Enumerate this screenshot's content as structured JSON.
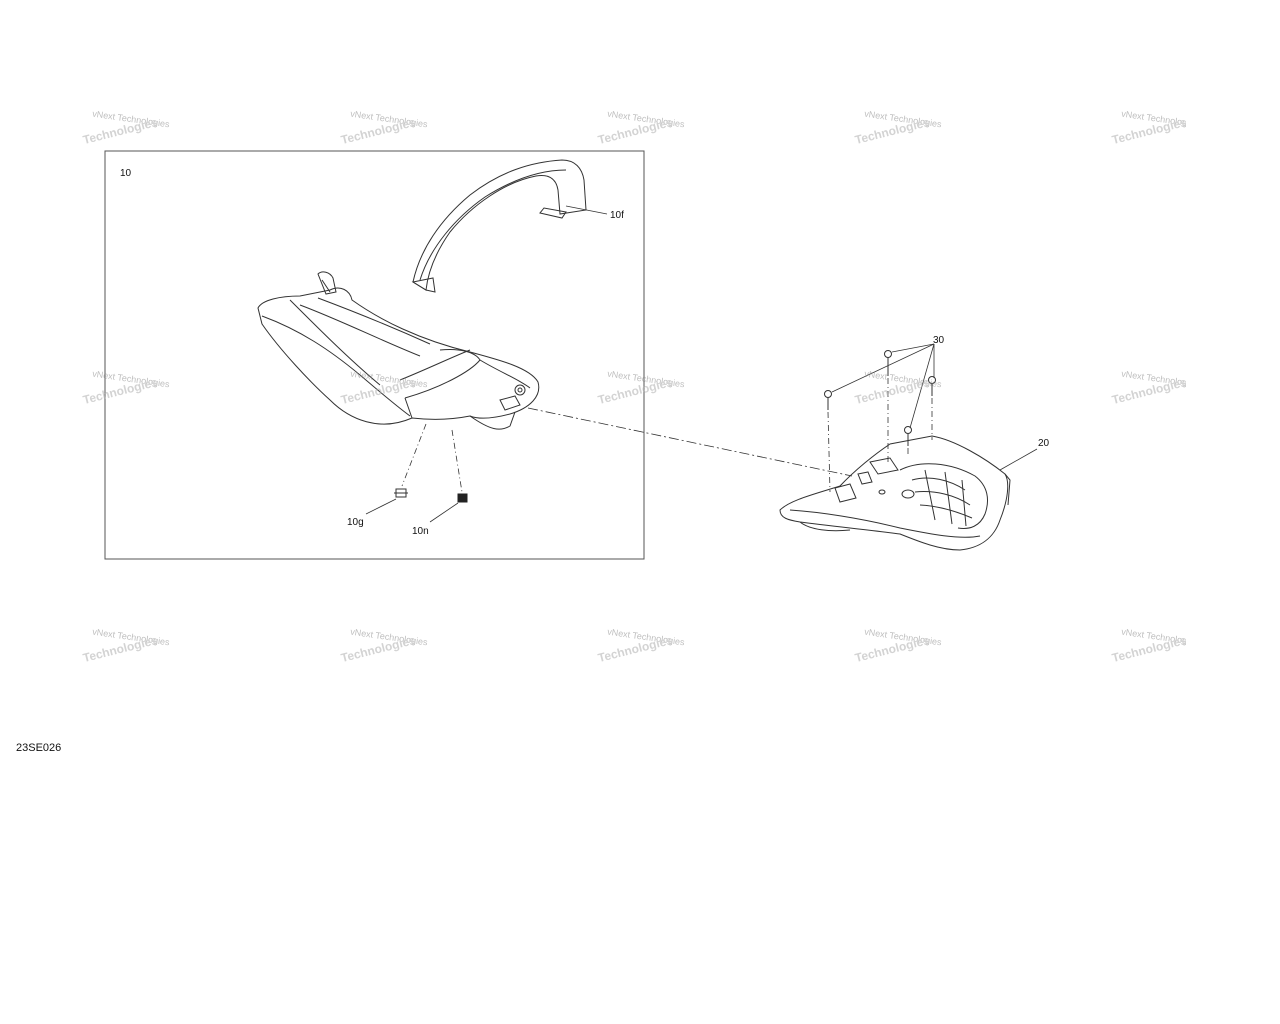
{
  "diagram": {
    "drawing_code": "23SE026",
    "callouts": {
      "c10": "10",
      "c10f": "10f",
      "c10g": "10g",
      "c10n": "10n",
      "c20": "20",
      "c30": "30"
    },
    "watermark": {
      "line1": "vNext Technologies",
      "line2": "Technologies"
    },
    "colors": {
      "line": "#333333",
      "frame": "#555555",
      "watermark": "#8a8a8a"
    }
  }
}
